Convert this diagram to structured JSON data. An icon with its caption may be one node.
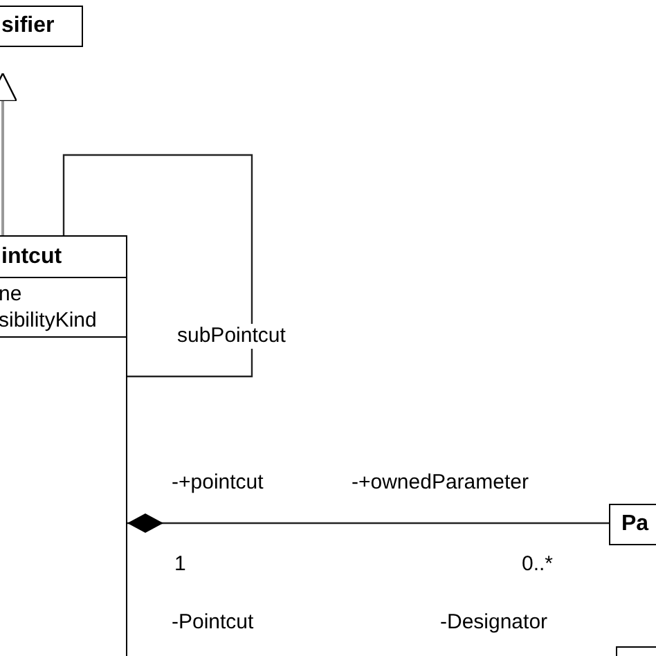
{
  "diagram": {
    "nodes": [
      {
        "text": [
          "sifier"
        ]
      },
      {
        "text": [
          "intcut",
          "ne",
          "sibilityKind"
        ]
      },
      {
        "text": [
          "Pa"
        ]
      },
      {
        "text": [],
        "shape": "box"
      }
    ],
    "edges": [
      {
        "from": 1,
        "to": 0,
        "arrow": "to",
        "color": "#999999"
      },
      {
        "from": 1,
        "to": 1,
        "arrow": "none",
        "label": "subPointcut"
      },
      {
        "from": 1,
        "to": 2,
        "arrow": "other"
      }
    ],
    "labels": [
      "-+pointcut",
      "-+ownedParameter",
      "1",
      "0..*",
      "-Pointcut",
      "-Designator"
    ]
  }
}
